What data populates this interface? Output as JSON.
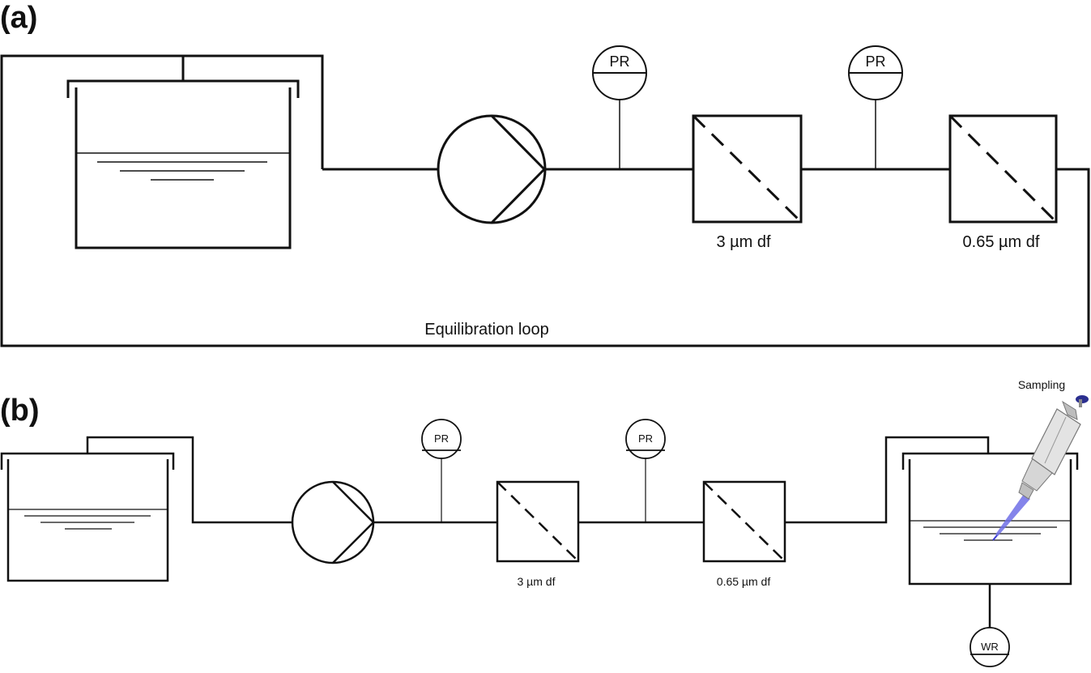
{
  "panel_a": {
    "label": "(a)",
    "gauge_1": "PR",
    "gauge_2": "PR",
    "filter_1": "3 µm df",
    "filter_2": "0.65 µm df",
    "loop_label": "Equilibration loop"
  },
  "panel_b": {
    "label": "(b)",
    "gauge_1": "PR",
    "gauge_2": "PR",
    "filter_1": "3 µm df",
    "filter_2": "0.65 µm df",
    "sampling": "Sampling",
    "weight": "WR"
  },
  "colors": {
    "line": "#111111",
    "pipette_tip": "#3b3bd6",
    "pipette_body": "#d9d9d9",
    "pipette_cap": "#2b2f8f"
  }
}
